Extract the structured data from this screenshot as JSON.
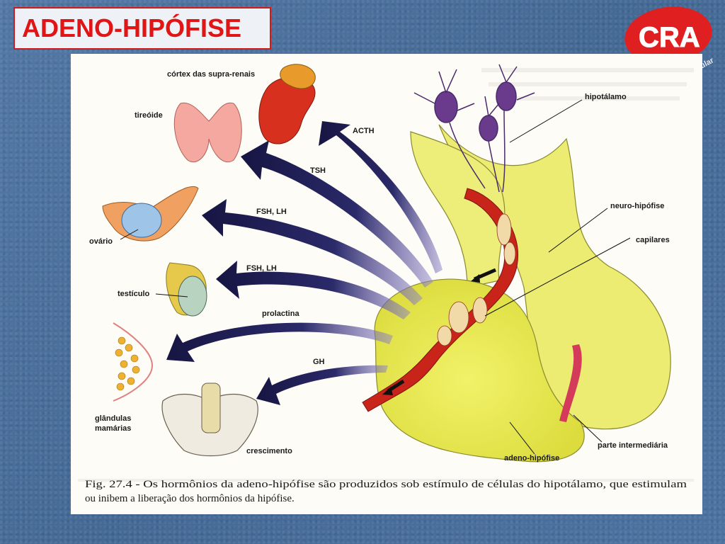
{
  "slide": {
    "title": "ADENO-HIPÓFISE"
  },
  "logo": {
    "mark": "CRA",
    "tagline": "Pré-Vestibular"
  },
  "diagram": {
    "organs": {
      "adrenal": "córtex das supra-renais",
      "thyroid": "tireóide",
      "ovary": "ovário",
      "testis": "testículo",
      "mammary_line1": "glândulas",
      "mammary_line2": "mamárias",
      "growth": "crescimento"
    },
    "hormones": {
      "acth": "ACTH",
      "tsh": "TSH",
      "fsh_lh_1": "FSH,  LH",
      "fsh_lh_2": "FSH,  LH",
      "prolactin": "prolactina",
      "gh": "GH"
    },
    "structures": {
      "hypothalamus": "hipotálamo",
      "neurohypophysis": "neuro-hipófise",
      "capillaries": "capilares",
      "intermediate": "parte intermediária",
      "adenohypophysis": "adeno-hipófise"
    },
    "caption_line1": "Fig. 27.4 - Os hormônios da adeno-hipófise são produzidos sob estímulo de células do hipotálamo, que estimulam",
    "caption_line2": "ou inibem a liberação dos hormônios da hipófise."
  },
  "colors": {
    "title_red": "#e01616",
    "gland_yellow": "#e9ea55",
    "arrow_navy": "#1c1a4e",
    "vessel_red": "#c8241a",
    "neuron_purple": "#6a3a8c"
  }
}
